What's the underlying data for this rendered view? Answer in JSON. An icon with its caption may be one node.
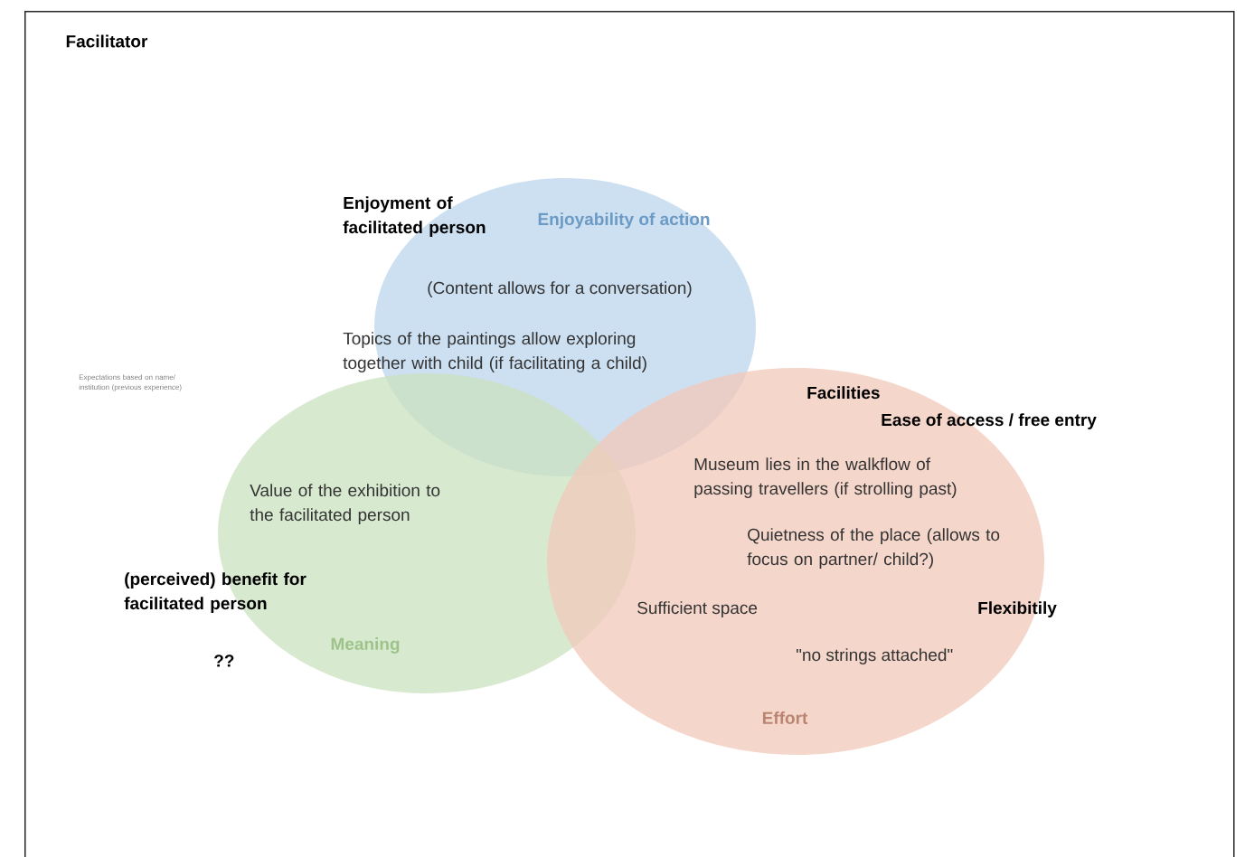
{
  "diagram": {
    "nodes": [
      {
        "text": [
          "Facilitator"
        ]
      },
      {
        "text": [
          "Enjoyability of action"
        ],
        "in": 0
      },
      {
        "text": [
          "Meaning"
        ],
        "in": 0
      },
      {
        "text": [
          "Effort"
        ],
        "in": 0
      }
    ],
    "labels": [
      "Enjoyment of facilitated person",
      "Expectations based on name/ institution (previous experience)",
      "(Content allows for a conversation)",
      "Topics of the paintings allow exploring together with child (if facilitating a child)",
      "Facilities",
      "Ease of access / free entry",
      "Museum lies in the walkflow of passing travellers (if strolling past)",
      "Value of the exhibition to the facilitated person",
      "Quietness of the place (allows to focus on partner/ child?)",
      "(perceived) benefit for facilitated person",
      "Sufficient space",
      "Flexibitily",
      "\"no strings attached\"",
      "??"
    ]
  }
}
